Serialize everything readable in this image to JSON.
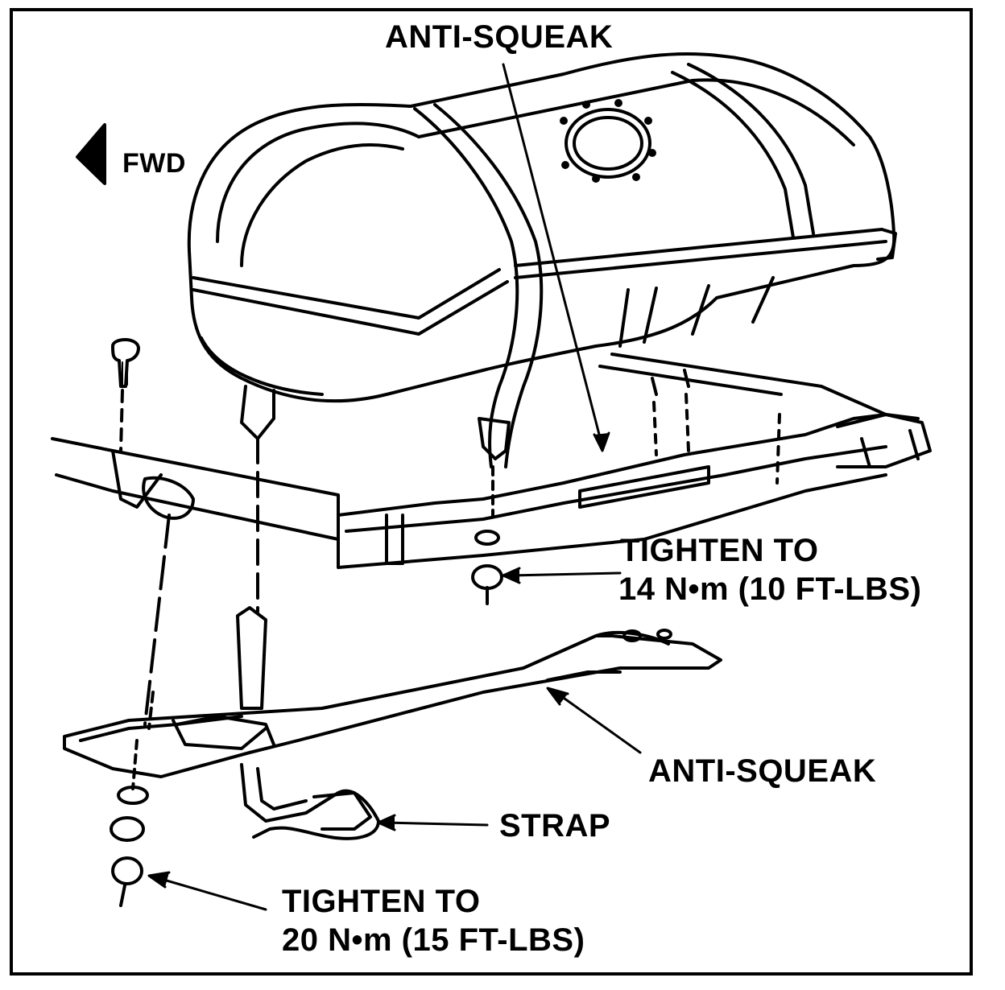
{
  "diagram": {
    "labels": {
      "anti_squeak_top": "ANTI-SQUEAK",
      "fwd": "FWD",
      "tighten_upper_line1": "TIGHTEN TO",
      "tighten_upper_line2": "14 N•m (10 FT-LBS)",
      "anti_squeak_lower": "ANTI-SQUEAK",
      "strap": "STRAP",
      "tighten_lower_line1": "TIGHTEN TO",
      "tighten_lower_line2": "20 N•m (15 FT-LBS)"
    },
    "colors": {
      "ink": "#000000",
      "paper": "#ffffff"
    }
  }
}
